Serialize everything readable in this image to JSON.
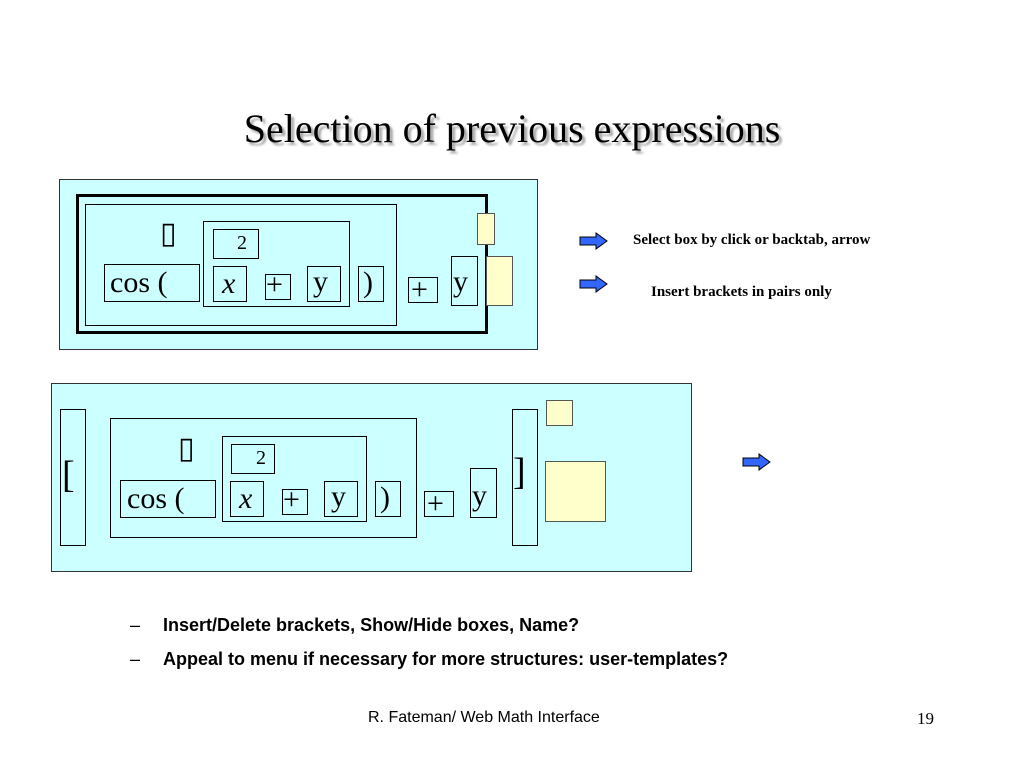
{
  "slide": {
    "title": "Selection of previous expressions",
    "footer": "R. Fateman/ Web Math Interface",
    "page_number": "19"
  },
  "expr_top": {
    "placeholder_glyph": "▯",
    "cos_label": "cos (",
    "superscript": "2",
    "var_x": "x",
    "plus_inner": "+",
    "var_y_inner": "y",
    "close_paren": ")",
    "plus_outer": "+",
    "var_y_outer": "y"
  },
  "expr_bottom": {
    "left_bracket": "[",
    "right_bracket": "]",
    "placeholder_glyph": "▯",
    "cos_label": "cos (",
    "superscript": "2",
    "var_x": "x",
    "plus_inner": "+",
    "var_y_inner": "y",
    "close_paren": ")",
    "plus_outer": "+",
    "var_y_outer": "y"
  },
  "notes": {
    "note1": "Select box by click or backtab, arrow",
    "note2": "Insert brackets in pairs only"
  },
  "bullets": [
    {
      "dash": "–",
      "text": "Insert/Delete brackets, Show/Hide boxes, Name?"
    },
    {
      "dash": "–",
      "text": "Appeal to menu if necessary for more structures: user-templates?"
    }
  ],
  "colors": {
    "panel": "#ccffff",
    "highlight_box": "#ffffcc",
    "arrow_fill": "#3366ff"
  }
}
